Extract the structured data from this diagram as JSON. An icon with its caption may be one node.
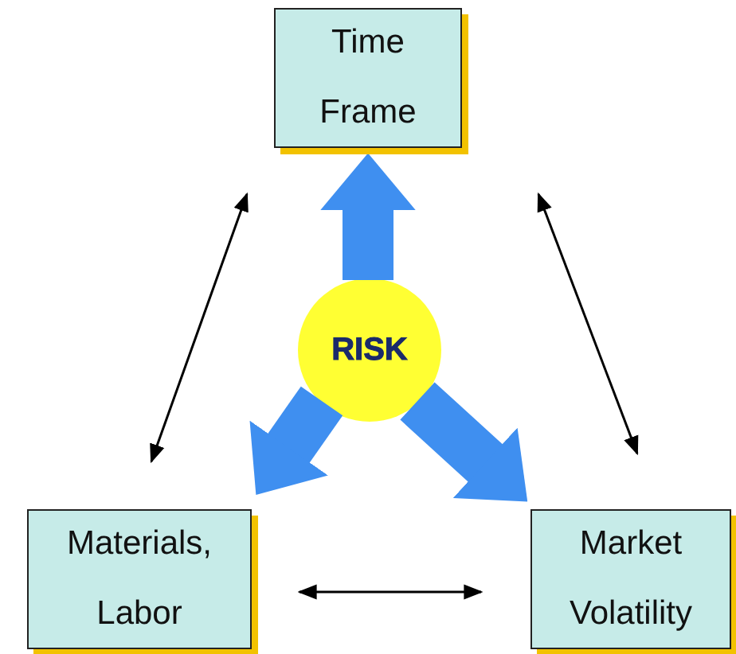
{
  "diagram": {
    "nodes": [
      {
        "text": [
          "Time Frame"
        ]
      },
      {
        "text": [
          "Materials, Labor"
        ]
      },
      {
        "text": [
          "Market Volatility"
        ]
      },
      {
        "text": [
          "RISK"
        ]
      }
    ],
    "edges": [
      {
        "from": 3,
        "to": 0,
        "arrow": "to",
        "style": "thick",
        "color": "#3f8ff0"
      },
      {
        "from": 3,
        "to": 1,
        "arrow": "to",
        "style": "thick",
        "color": "#3f8ff0"
      },
      {
        "from": 3,
        "to": 2,
        "arrow": "to",
        "style": "thick",
        "color": "#3f8ff0"
      },
      {
        "from": 0,
        "to": 1,
        "arrow": "both",
        "color": "#000000"
      },
      {
        "from": 0,
        "to": 2,
        "arrow": "both",
        "color": "#000000"
      },
      {
        "from": 1,
        "to": 2,
        "arrow": "both",
        "color": "#000000"
      }
    ]
  }
}
